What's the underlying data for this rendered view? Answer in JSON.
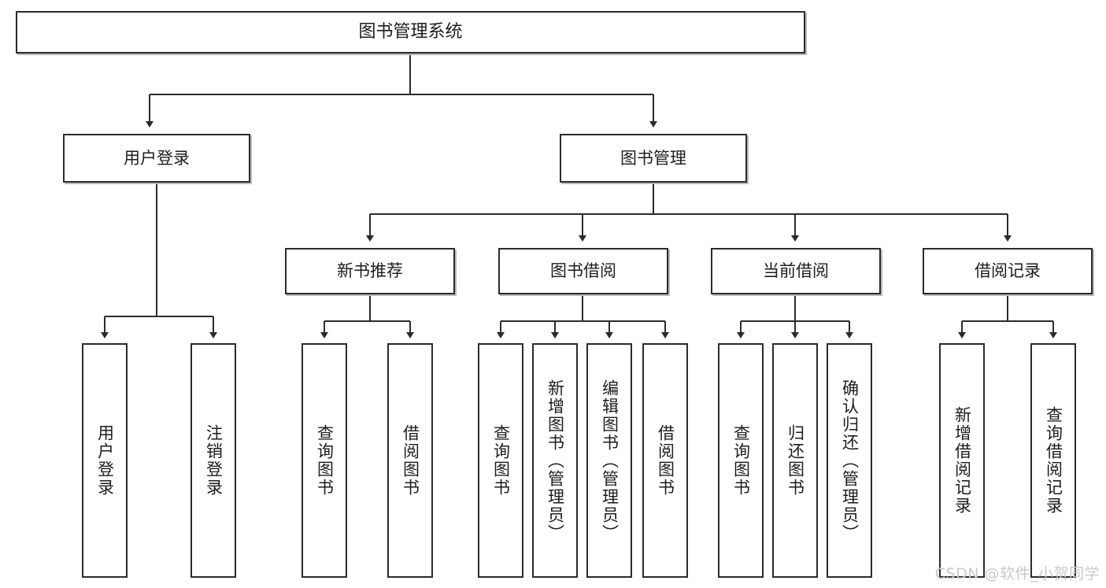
{
  "diagram": {
    "type": "tree",
    "title": "图书管理系统",
    "root": {
      "id": "root",
      "label": "图书管理系统"
    },
    "level2": [
      {
        "id": "user-login",
        "label": "用户登录"
      },
      {
        "id": "book-management",
        "label": "图书管理"
      }
    ],
    "level3": [
      {
        "id": "new-book-recommend",
        "label": "新书推荐"
      },
      {
        "id": "book-borrow",
        "label": "图书借阅"
      },
      {
        "id": "current-borrow",
        "label": "当前借阅"
      },
      {
        "id": "borrow-record",
        "label": "借阅记录"
      }
    ],
    "leaves": {
      "user_login": [
        {
          "id": "leaf-user-login",
          "label": "用户登录"
        },
        {
          "id": "leaf-logout-login",
          "label": "注销登录"
        }
      ],
      "new_book_recommend": [
        {
          "id": "leaf-query-book-1",
          "label": "查询图书"
        },
        {
          "id": "leaf-borrow-book-1",
          "label": "借阅图书"
        }
      ],
      "book_borrow": [
        {
          "id": "leaf-query-book-2",
          "label": "查询图书"
        },
        {
          "id": "leaf-add-book",
          "label": "新增图书（管理员）"
        },
        {
          "id": "leaf-edit-book",
          "label": "编辑图书（管理员）"
        },
        {
          "id": "leaf-borrow-book-2",
          "label": "借阅图书"
        }
      ],
      "current_borrow": [
        {
          "id": "leaf-query-book-3",
          "label": "查询图书"
        },
        {
          "id": "leaf-return-book",
          "label": "归还图书"
        },
        {
          "id": "leaf-confirm-return",
          "label": "确认归还（管理员）"
        }
      ],
      "borrow_record": [
        {
          "id": "leaf-add-record",
          "label": "新增借阅记录"
        },
        {
          "id": "leaf-query-record",
          "label": "查询借阅记录"
        }
      ]
    }
  },
  "watermark": {
    "text": "CSDN @软件_小贺同学"
  },
  "colors": {
    "box_border": "#2b2b2b",
    "box_fill": "#ffffff",
    "text": "#1d1d1d",
    "watermark": "#c9c9c9",
    "canvas": "#ffffff"
  }
}
